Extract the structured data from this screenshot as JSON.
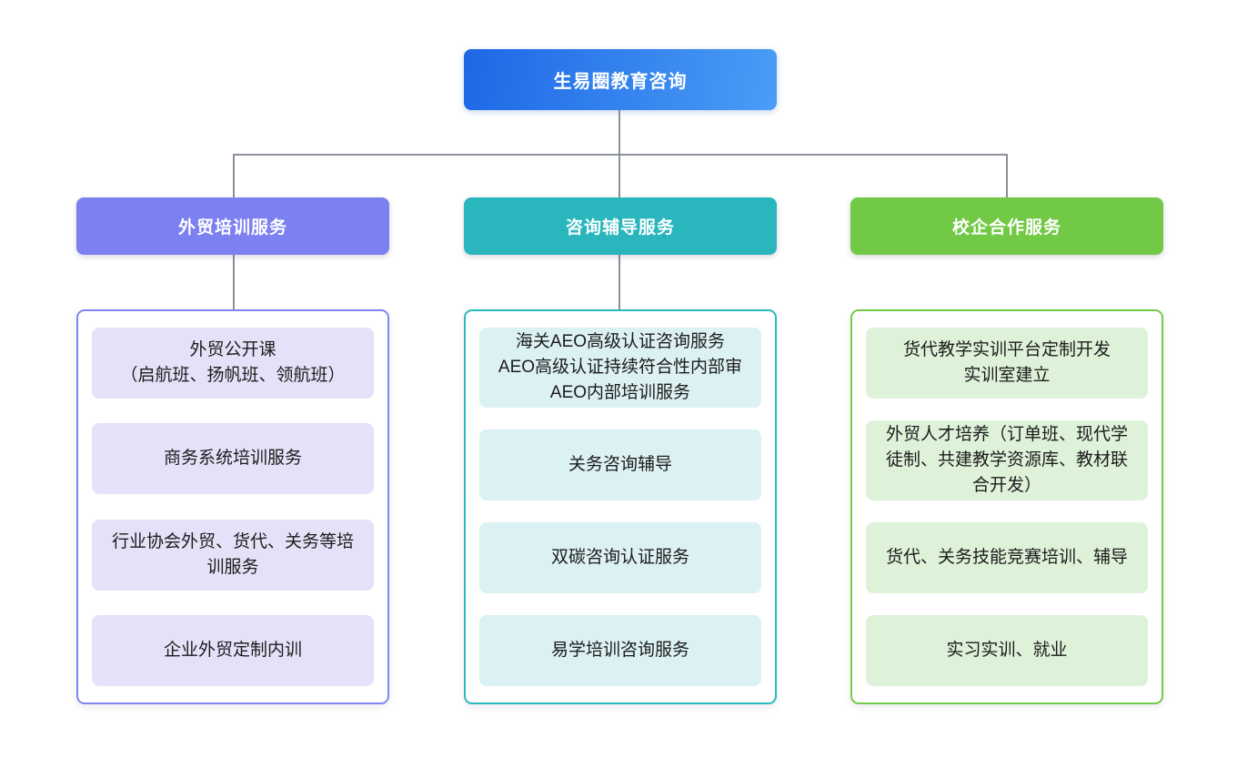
{
  "root": {
    "label": "生易圈教育咨询"
  },
  "colors": {
    "background": "#ffffff",
    "connector": "#8a909b",
    "text_dark": "#1c1c1c",
    "root_gradient_from": "#1e67e6",
    "root_gradient_to": "#4a9df6"
  },
  "branches": [
    {
      "label": "外贸培训服务",
      "colors": {
        "header": "#7c80f1",
        "border": "#8285f0",
        "item-bg": "#e4e2f8"
      },
      "items": [
        "外贸公开课\n（启航班、扬帆班、领航班）",
        "商务系统培训服务",
        "行业协会外贸、货代、关务等培训服务",
        "企业外贸定制内训"
      ]
    },
    {
      "label": "咨询辅导服务",
      "colors": {
        "header": "#29b7bd",
        "border": "#2ab9be",
        "item-bg": "#dcf1f3"
      },
      "items": [
        "海关AEO高级认证咨询服务\nAEO高级认证持续符合性内部审\nAEO内部培训服务",
        "关务咨询辅导",
        "双碳咨询认证服务",
        "易学培训咨询服务"
      ]
    },
    {
      "label": "校企合作服务",
      "colors": {
        "header": "#71c945",
        "border": "#74ca49",
        "item-bg": "#def2d9"
      },
      "items": [
        "货代教学实训平台定制开发\n实训室建立",
        "外贸人才培养（订单班、现代学徒制、共建教学资源库、教材联合开发）",
        "货代、关务技能竞赛培训、辅导",
        "实习实训、就业"
      ]
    }
  ]
}
